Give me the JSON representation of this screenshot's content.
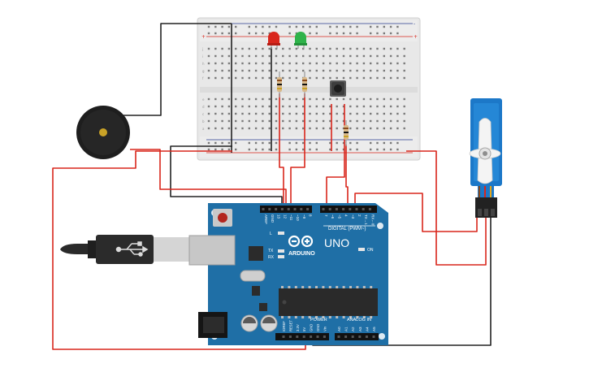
{
  "arduino": {
    "brand": "ARDUINO",
    "model": "UNO",
    "digital_header": "DIGITAL (PWM~)",
    "power_header": "POWER",
    "analog_header": "ANALOG IN",
    "on_label": "ON",
    "tx_label": "TX",
    "rx_label": "RX",
    "l_label": "L",
    "digital_pins": [
      "AREF",
      "GND",
      "13",
      "12",
      "~11",
      "~10",
      "~9",
      "8",
      "7",
      "~6",
      "~5",
      "4",
      "~3",
      "2",
      "TX→1",
      "RX←0"
    ],
    "power_pins": [
      "IOREF",
      "RESET",
      "3.3V",
      "5V",
      "GND",
      "GND",
      "Vin"
    ],
    "analog_pins": [
      "A0",
      "A1",
      "A2",
      "A3",
      "A4",
      "A5"
    ]
  },
  "breadboard": {
    "row_letters_top": [
      "j",
      "i",
      "h",
      "g",
      "f"
    ],
    "row_letters_bottom": [
      "e",
      "d",
      "c",
      "b",
      "a"
    ],
    "rail_plus": "+",
    "rail_minus": "-"
  },
  "components": {
    "led_colors": {
      "red": "#d9261c",
      "green": "#2fb34a"
    },
    "wire_colors": {
      "red": "#d9261c",
      "black": "#222222"
    },
    "board_color": "#1f6fa6"
  }
}
